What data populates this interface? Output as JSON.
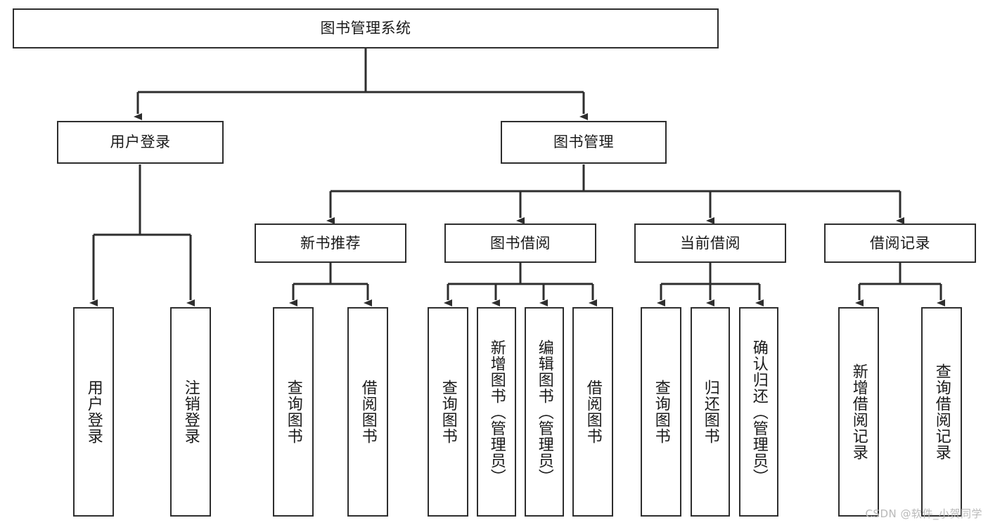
{
  "diagram": {
    "title": "图书管理系统",
    "type": "hierarchy-tree",
    "stroke_color": "#2e2e2e",
    "text_color": "#1a1a1a",
    "background_color": "#ffffff",
    "root": {
      "label": "图书管理系统"
    },
    "level2": [
      {
        "label": "用户登录"
      },
      {
        "label": "图书管理"
      }
    ],
    "level3": [
      {
        "label": "新书推荐"
      },
      {
        "label": "图书借阅"
      },
      {
        "label": "当前借阅"
      },
      {
        "label": "借阅记录"
      }
    ],
    "leaves": {
      "user_login": [
        {
          "label": "用户登录"
        },
        {
          "label": "注销登录"
        }
      ],
      "new_book": [
        {
          "label": "查询图书"
        },
        {
          "label": "借阅图书"
        }
      ],
      "book_borrow": [
        {
          "label": "查询图书"
        },
        {
          "label": "新增图书（管理员）"
        },
        {
          "label": "编辑图书（管理员）"
        },
        {
          "label": "借阅图书"
        }
      ],
      "current_borrow": [
        {
          "label": "查询图书"
        },
        {
          "label": "归还图书"
        },
        {
          "label": "确认归还（管理员）"
        }
      ],
      "borrow_record": [
        {
          "label": "新增借阅记录"
        },
        {
          "label": "查询借阅记录"
        }
      ]
    }
  },
  "watermark": {
    "text": "CSDN @软件_小贺同学",
    "color": "#b9b9b9"
  }
}
